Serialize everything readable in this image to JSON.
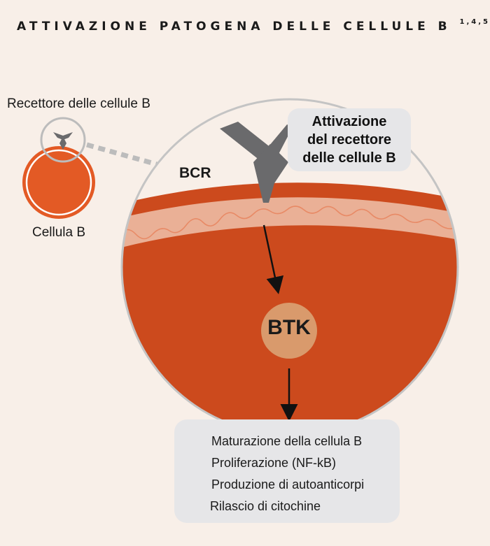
{
  "header": {
    "title": "ATTIVAZIONE PATOGENA DELLE CELLULE B",
    "refs": "1,4,5"
  },
  "labels": {
    "receptor": "Recettore delle cellule B",
    "cell": "Cellula B",
    "bcr": "BCR",
    "btk": "BTK"
  },
  "activation": {
    "lines": [
      "Attivazione",
      "del recettore",
      "delle cellule B"
    ]
  },
  "effects": {
    "items": [
      "Maturazione della cellula B",
      "Proliferazione (NF-kB)",
      "Produzione di autoanticorpi",
      "Rilascio di citochine"
    ]
  },
  "colors": {
    "background": "#f8efe8",
    "cell_orange": "#e35a25",
    "cell_interior": "#cc4a1d",
    "membrane": "#eab096",
    "receptor_gray": "#6a6a6c",
    "btk_node": "#d99a6c",
    "ring_gray": "#bcbcbc",
    "box_gray": "#e6e6e8"
  }
}
